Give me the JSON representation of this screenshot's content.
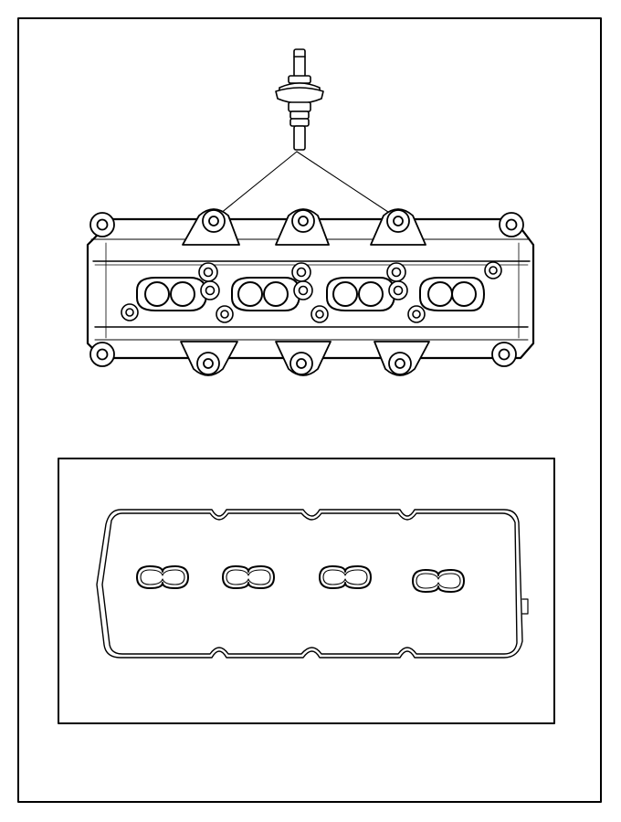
{
  "diagram": {
    "type": "exploded-parts-illustration",
    "colors": {
      "background": "#ffffff",
      "line": "#000000",
      "fill": "#ffffff"
    },
    "parts": [
      {
        "part": "pcv-valve",
        "icon": "pcv-valve-icon"
      },
      {
        "part": "cylinder-head-cover",
        "icon": "valve-cover-icon"
      },
      {
        "part": "cover-gasket",
        "icon": "gasket-icon"
      }
    ]
  }
}
